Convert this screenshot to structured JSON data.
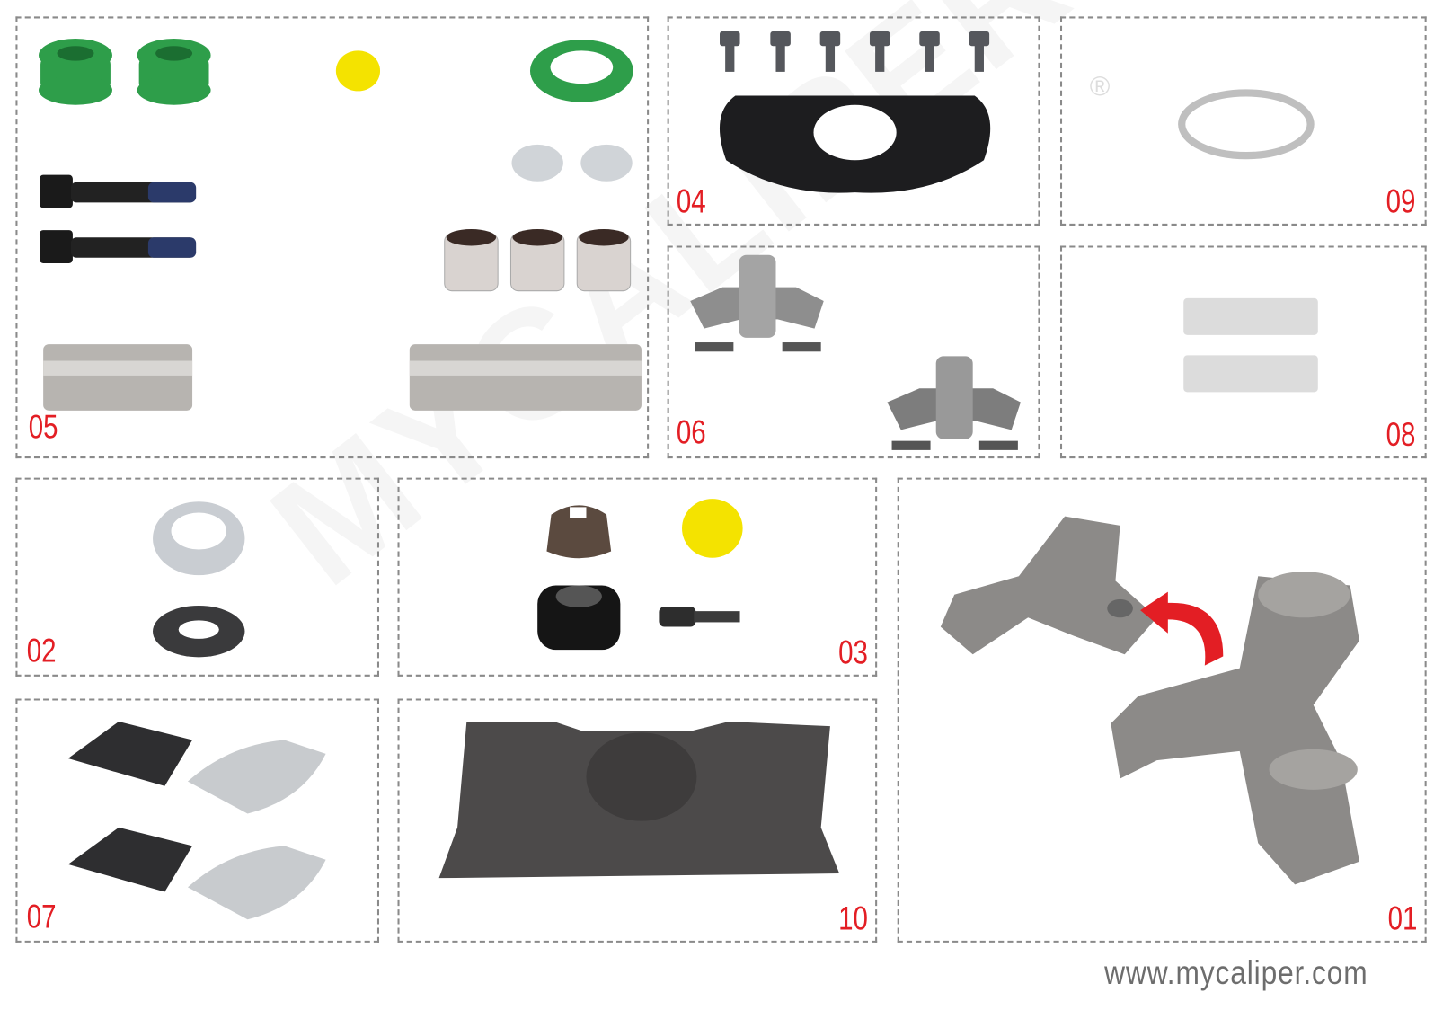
{
  "watermark": {
    "text": "MYCALIPER",
    "registered": "®"
  },
  "panels": [
    {
      "id": "05",
      "label": "05"
    },
    {
      "id": "04",
      "label": "04"
    },
    {
      "id": "09",
      "label": "09"
    },
    {
      "id": "06",
      "label": "06"
    },
    {
      "id": "08",
      "label": "08"
    },
    {
      "id": "02",
      "label": "02"
    },
    {
      "id": "03",
      "label": "03"
    },
    {
      "id": "01",
      "label": "01"
    },
    {
      "id": "07",
      "label": "07"
    },
    {
      "id": "10",
      "label": "10"
    }
  ],
  "colors": {
    "label": "#e31e24",
    "border": "#8a8a8a",
    "url": "#6d6d6d",
    "green": "#2e9e4a",
    "yellow": "#f4e300",
    "arrow": "#e31e24"
  },
  "footer": {
    "url": "www.mycaliper.com"
  }
}
